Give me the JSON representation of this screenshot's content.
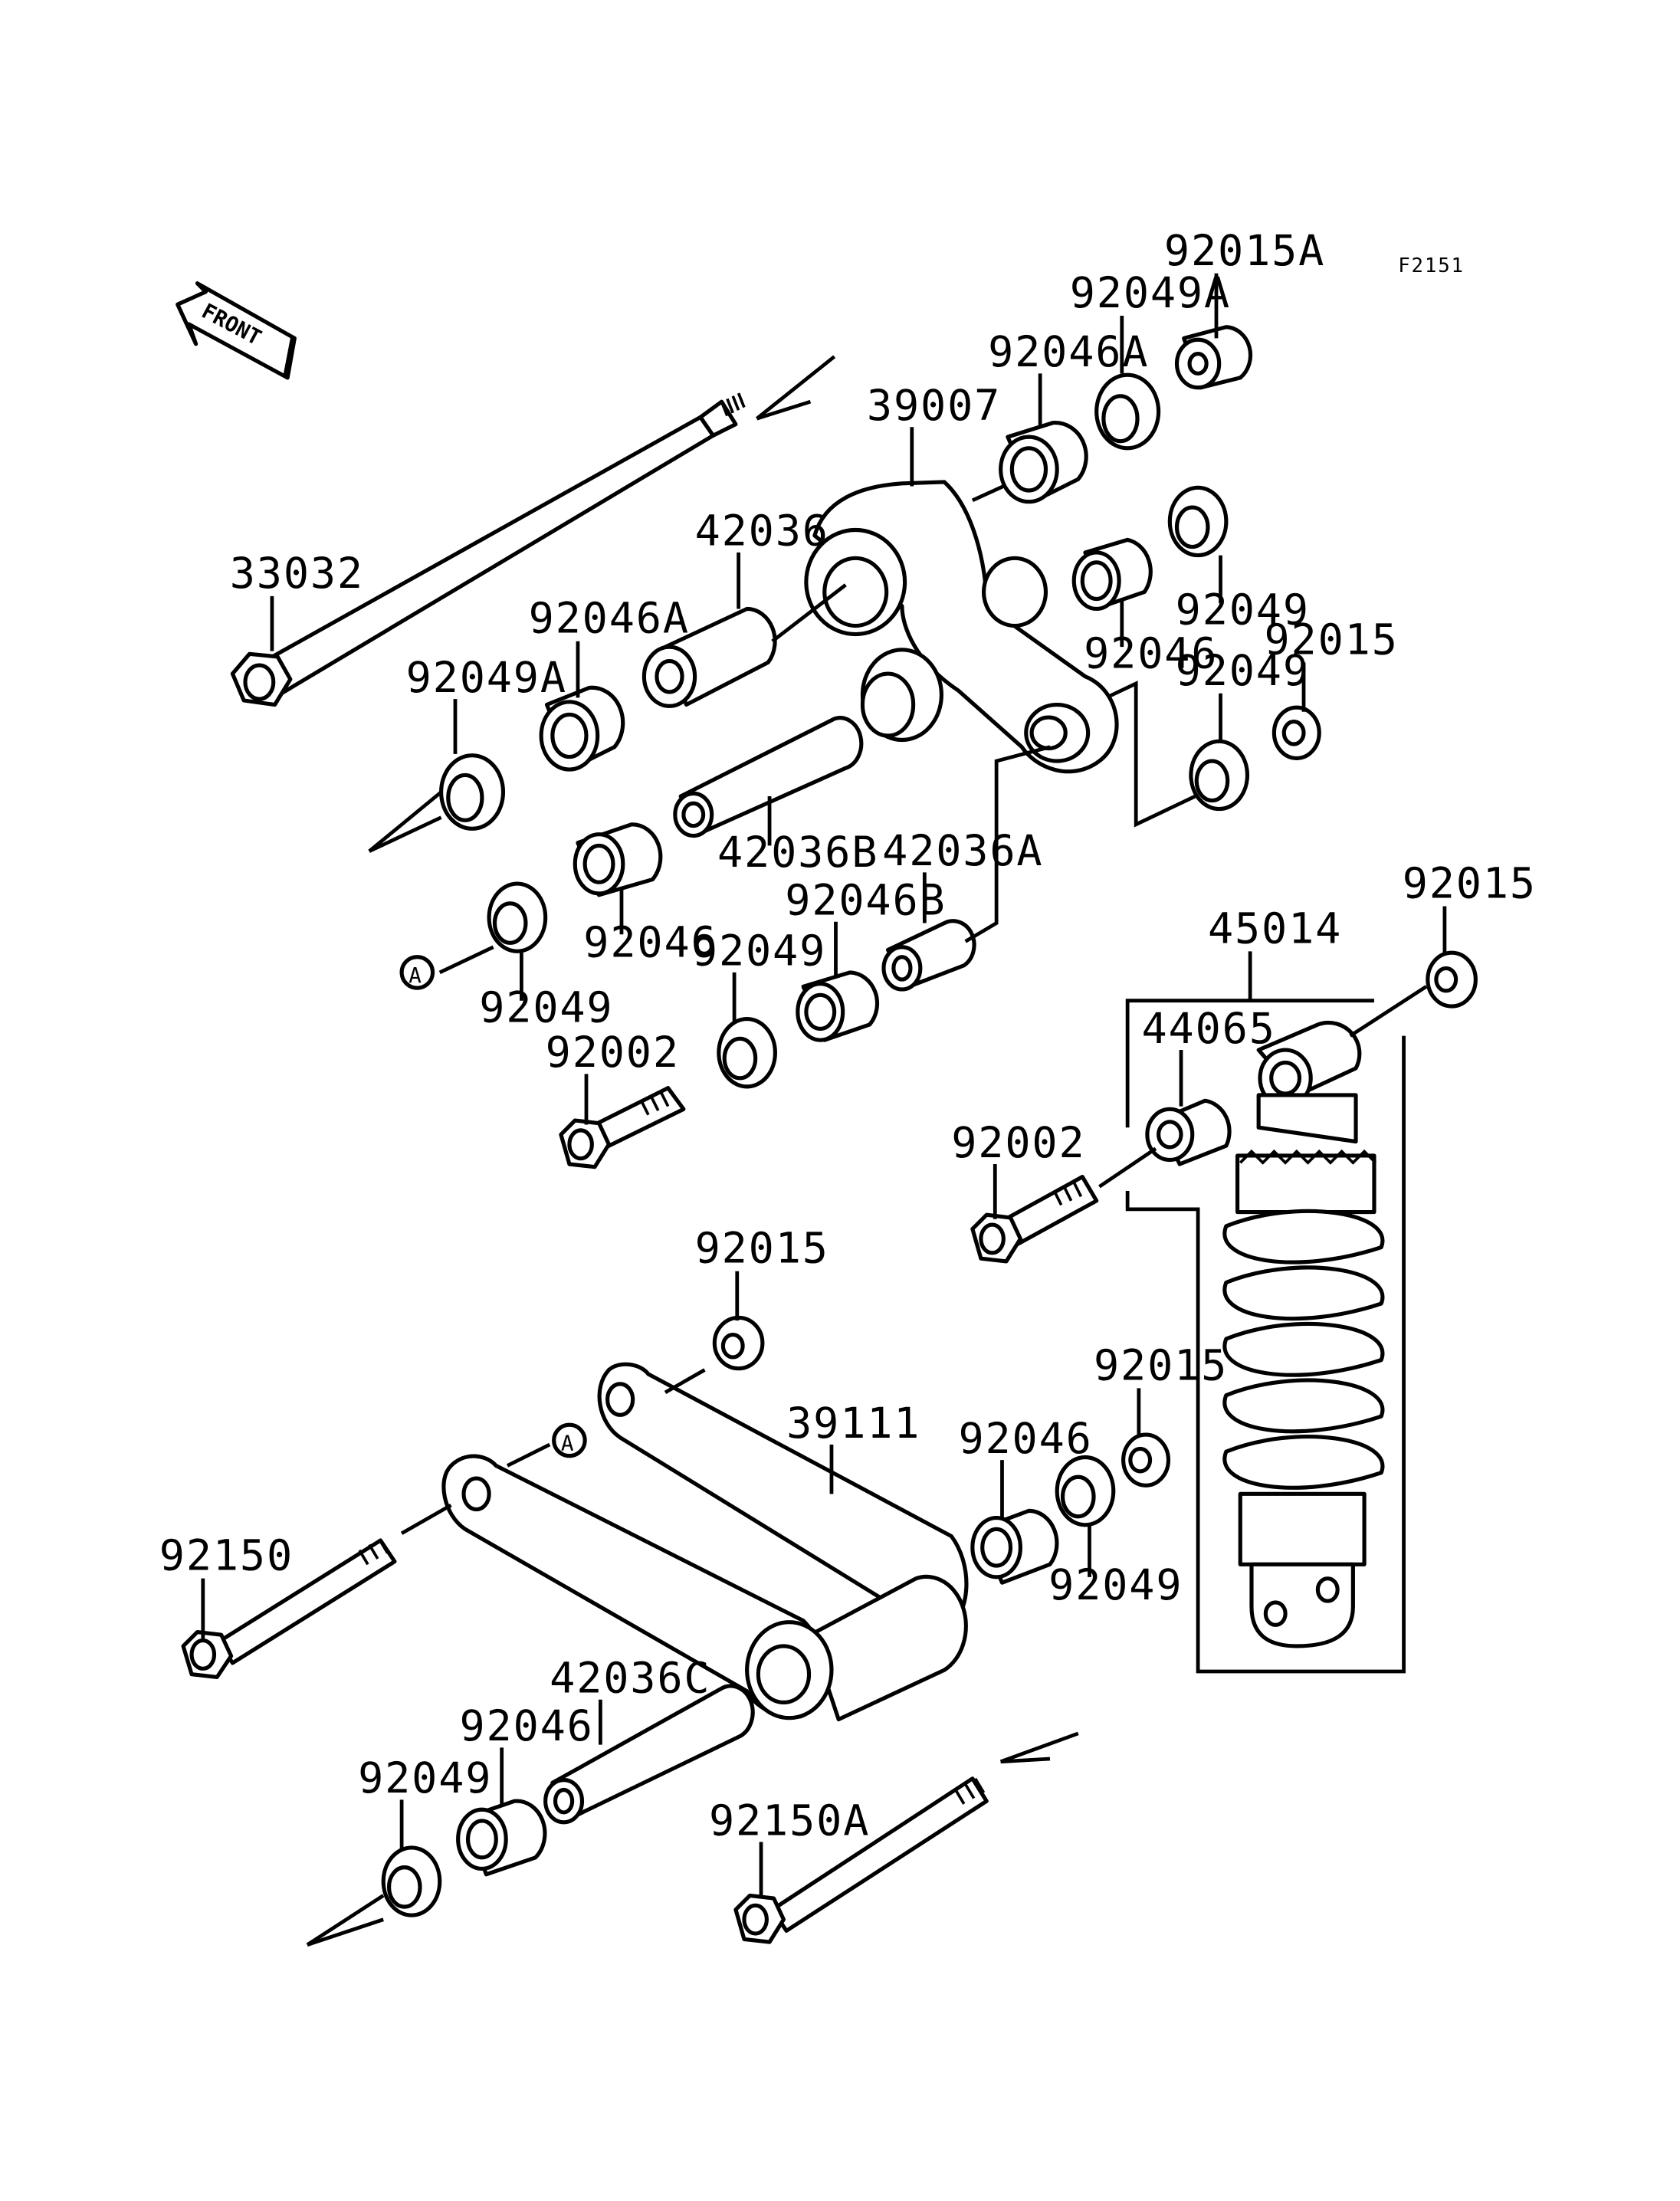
{
  "diagram": {
    "figure_code": "F2151",
    "front_label": "FRONT",
    "callout_a": "A",
    "labels": {
      "p33032": "33032",
      "p39007": "39007",
      "p42036": "42036",
      "p92046a_top": "92046A",
      "p92049a_top": "92049A",
      "p92015a": "92015A",
      "p92046a_left": "92046A",
      "p92049a_left": "92049A",
      "p92049_r1": "92049",
      "p92046_r": "92046",
      "p92049_r2": "92049",
      "p92015_r": "92015",
      "p42036b": "42036B",
      "p42036a": "42036A",
      "p92046_l": "92046",
      "p92049_l": "92049",
      "p92046b": "92046B",
      "p92049_m": "92049",
      "p92002_l": "92002",
      "p92002_r": "92002",
      "p45014": "45014",
      "p44065": "44065",
      "p92015_shock": "92015",
      "p92015_link_top": "92015",
      "p39111": "39111",
      "p92015_link_r": "92015",
      "p92046_link": "92046",
      "p92049_link": "92049",
      "p92150": "92150",
      "p42036c": "42036C",
      "p92046_bot": "92046",
      "p92049_bot": "92049",
      "p92150a": "92150A"
    }
  }
}
